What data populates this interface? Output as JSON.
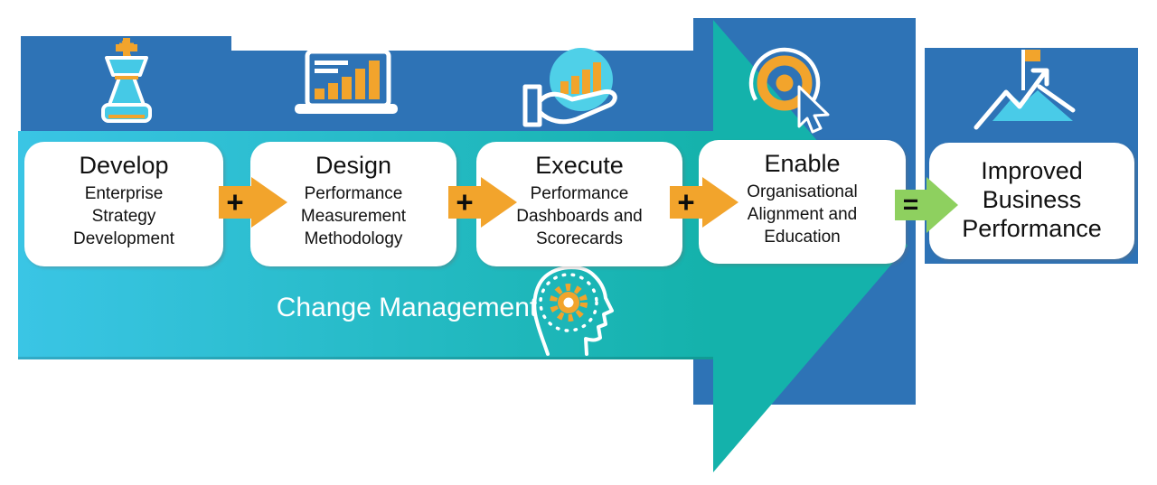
{
  "sections": [
    {
      "id": "develop",
      "title": "Develop",
      "description": "Enterprise\nStrategy\nDevelopment",
      "icon": "chess-king-icon",
      "operator_after": "+"
    },
    {
      "id": "design",
      "title": "Design",
      "description": "Performance\nMeasurement\nMethodology",
      "icon": "laptop-bar-chart-icon",
      "operator_after": "+"
    },
    {
      "id": "execute",
      "title": "Execute",
      "description": "Performance\nDashboards and\nScorecards",
      "icon": "hand-bar-chart-icon",
      "operator_after": "+"
    },
    {
      "id": "enable",
      "title": "Enable",
      "description": "Organisational\nAlignment and\nEducation",
      "icon": "target-cursor-icon",
      "operator_after": "="
    }
  ],
  "result": {
    "title": "Improved\nBusiness\nPerformance",
    "icon": "mountain-flag-icon"
  },
  "operators": {
    "plus": "+",
    "equals": "="
  },
  "change_management": {
    "label": "Change Management",
    "icon": "head-gear-icon"
  },
  "colors": {
    "banner_blue": "#2e73b6",
    "teal": "#14b2ab",
    "cyan_light": "#3ac5e5",
    "orange": "#f2a42c",
    "green": "#8ed05f",
    "icon_cyan": "#49cbe8",
    "text_black": "#111111",
    "white": "#ffffff"
  }
}
